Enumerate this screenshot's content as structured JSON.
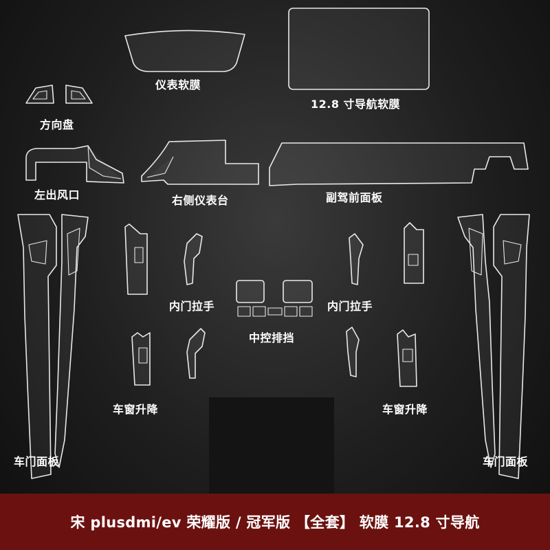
{
  "labels": {
    "instrument_film": "仪表软膜",
    "nav_film": "12.8 寸导航软膜",
    "steering_wheel": "方向盘",
    "left_vent": "左出风口",
    "right_dashboard": "右侧仪表台",
    "passenger_panel": "副驾前面板",
    "inner_handle_left": "内门拉手",
    "inner_handle_right": "内门拉手",
    "center_console": "中控排挡",
    "window_lift_left": "车窗升降",
    "window_lift_right": "车窗升降",
    "door_panel_left": "车门面板",
    "door_panel_right": "车门面板"
  },
  "banner": {
    "text": "宋 plusdmi/ev 荣耀版 / 冠军版 【全套】 软膜 12.8 寸导航",
    "color": "#6b1210"
  }
}
